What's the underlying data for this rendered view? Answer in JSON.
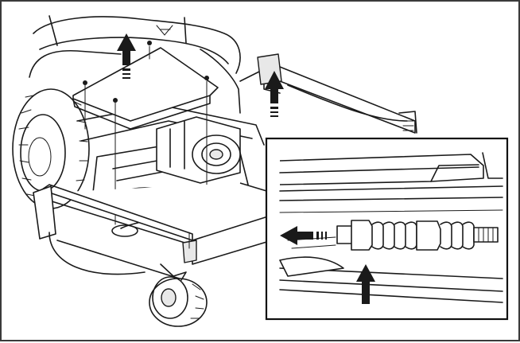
{
  "figure": {
    "colors": {
      "line": "#1a1a1a",
      "background": "#ffffff",
      "frame": "#3a3a3a"
    },
    "icons": [
      "arrow-up-icon",
      "arrow-left-icon"
    ],
    "parts": [
      "cover-plate",
      "cutting-deck",
      "front-wheel",
      "seat",
      "drive-belt-pulley",
      "spring-detail-inset"
    ]
  }
}
